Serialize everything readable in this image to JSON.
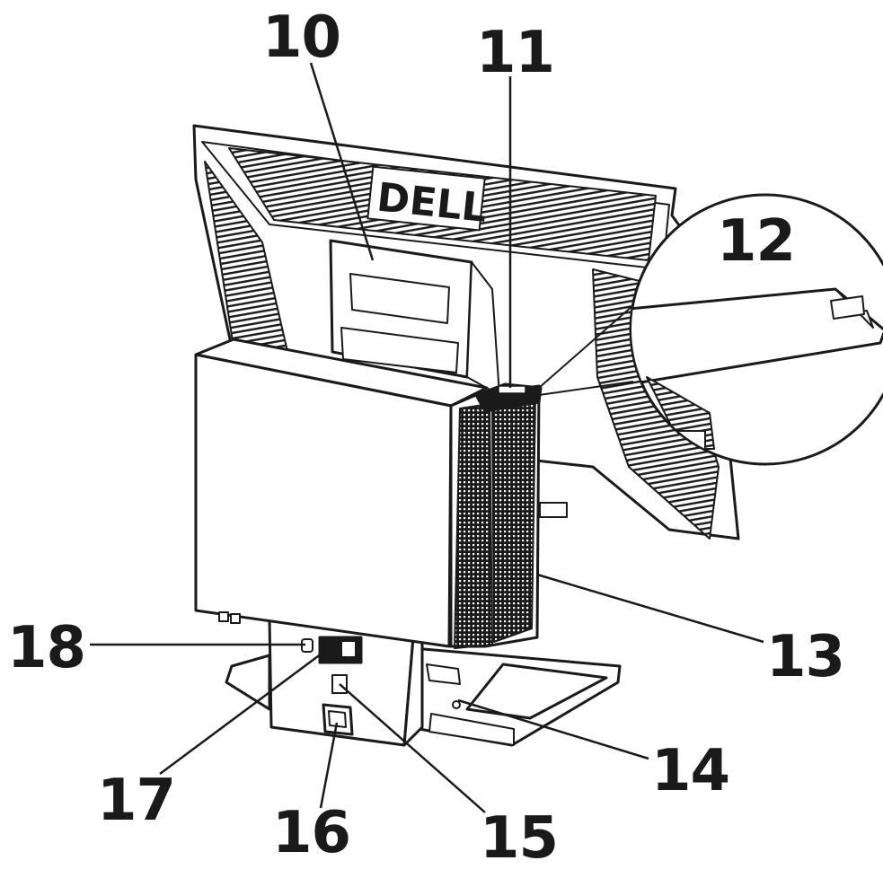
{
  "brand": "DELL",
  "callouts": [
    {
      "id": "10",
      "label": "10"
    },
    {
      "id": "11",
      "label": "11"
    },
    {
      "id": "12",
      "label": "12"
    },
    {
      "id": "13",
      "label": "13"
    },
    {
      "id": "14",
      "label": "14"
    },
    {
      "id": "15",
      "label": "15"
    },
    {
      "id": "16",
      "label": "16"
    },
    {
      "id": "17",
      "label": "17"
    },
    {
      "id": "18",
      "label": "18"
    }
  ],
  "colors": {
    "ink": "#1a1a1a",
    "background": "#ffffff"
  }
}
